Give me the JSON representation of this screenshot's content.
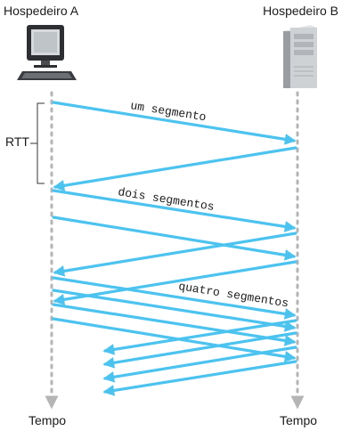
{
  "hosts": {
    "a": {
      "title": "Hospedeiro A",
      "time_label": "Tempo",
      "icon": "desktop-computer-icon"
    },
    "b": {
      "title": "Hospedeiro B",
      "time_label": "Tempo",
      "icon": "server-tower-icon"
    }
  },
  "rtt_label": "RTT",
  "labels": {
    "one": "um segmento",
    "two": "dois segmentos",
    "four": "quatro segmentos"
  },
  "colors": {
    "arrow": "#4cc3ef",
    "timeline": "#b5b5b5",
    "text": "#1a1a1a"
  }
}
